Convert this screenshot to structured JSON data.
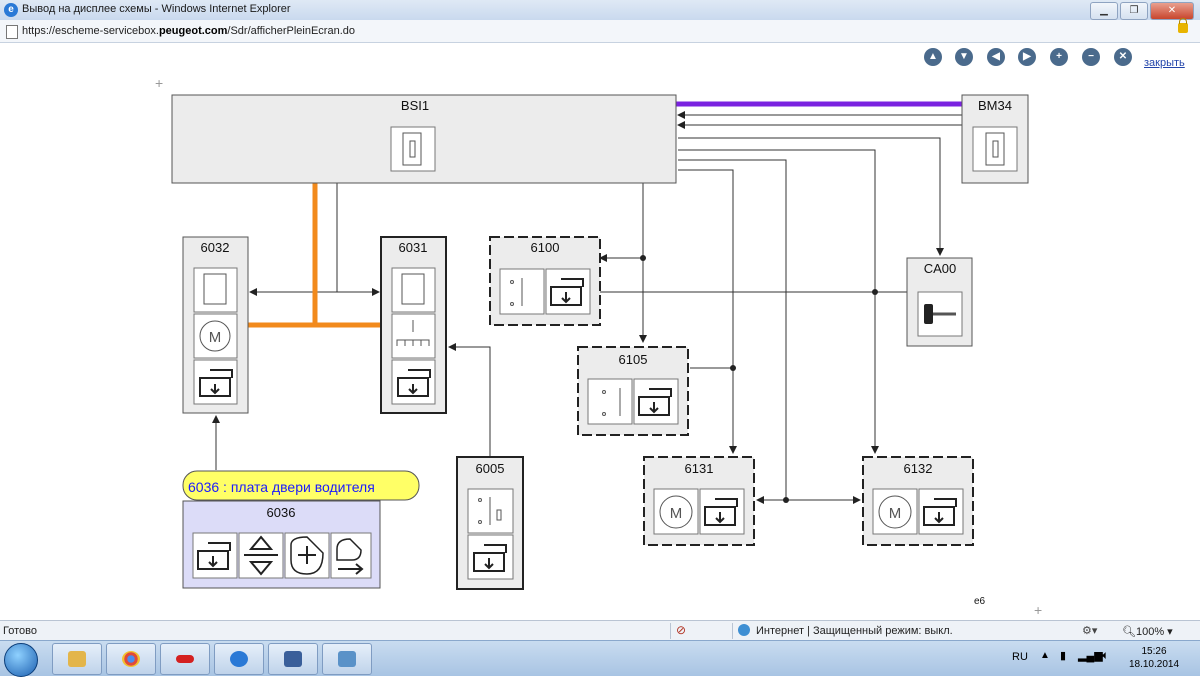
{
  "window": {
    "title": "Вывод на дисплее схемы - Windows Internet Explorer",
    "minimize_icon": "minimize-icon",
    "restore_icon": "restore-icon",
    "close_icon": "close-icon"
  },
  "address": {
    "prefix": "https://escheme-servicebox.",
    "domain": "peugeot.com",
    "path": "/Sdr/afficherPleinEcran.do"
  },
  "toolbar": {
    "buttons": [
      {
        "name": "up-icon",
        "glyph": "▲"
      },
      {
        "name": "down-icon",
        "glyph": "▼"
      },
      {
        "name": "left-icon",
        "glyph": "◀"
      },
      {
        "name": "right-icon",
        "glyph": "▶"
      },
      {
        "name": "zoom-in-icon",
        "glyph": "+"
      },
      {
        "name": "zoom-out-icon",
        "glyph": "−"
      },
      {
        "name": "close-icon",
        "glyph": "✕"
      }
    ],
    "close_label": "закрыть"
  },
  "diagram": {
    "components": {
      "bsi1": "BSI1",
      "bm34": "BM34",
      "c6032": "6032",
      "c6031": "6031",
      "c6100": "6100",
      "c6105": "6105",
      "ca00": "CA00",
      "c6005": "6005",
      "c6131": "6131",
      "c6132": "6132",
      "c6036": "6036"
    },
    "tooltip": "6036 : плата двери водителя",
    "corner_mark": "e6",
    "colors": {
      "purple_wire": "#7a22e0",
      "orange_wire": "#f28a1c",
      "tooltip_bg": "#ffff66",
      "highlight_box": "#dcdcf8"
    }
  },
  "statusbar": {
    "ready": "Готово",
    "zone": "Интернет | Защищенный режим: выкл.",
    "zoom": "100%"
  },
  "taskbar": {
    "lang": "RU",
    "time": "15:26",
    "date": "18.10.2014"
  }
}
